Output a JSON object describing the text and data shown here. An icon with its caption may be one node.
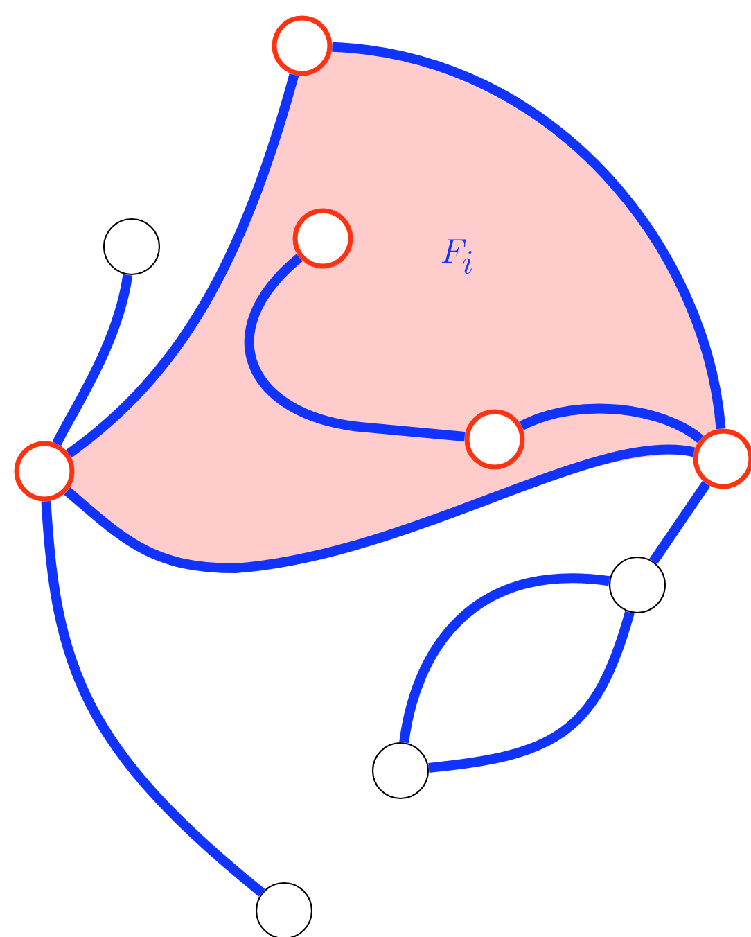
{
  "diagram": {
    "nodes": [
      {
        "text": [],
        "shape": "circle"
      },
      {
        "text": [],
        "shape": "circle"
      },
      {
        "text": [],
        "shape": "circle"
      },
      {
        "text": [],
        "shape": "circle"
      },
      {
        "text": [],
        "shape": "circle"
      },
      {
        "text": [],
        "shape": "circle"
      },
      {
        "text": [],
        "shape": "circle"
      },
      {
        "text": [],
        "shape": "circle"
      },
      {
        "text": [],
        "shape": "circle"
      }
    ],
    "edges": [
      {
        "from": 0,
        "to": 5,
        "arrow": "none"
      },
      {
        "from": 0,
        "to": 3,
        "arrow": "none"
      },
      {
        "from": 2,
        "to": 4,
        "arrow": "none"
      },
      {
        "from": 4,
        "to": 5,
        "arrow": "none"
      },
      {
        "from": 3,
        "to": 5,
        "arrow": "none"
      },
      {
        "from": 1,
        "to": 3,
        "arrow": "none"
      },
      {
        "from": 3,
        "to": 8,
        "arrow": "none"
      },
      {
        "from": 5,
        "to": 6,
        "arrow": "none"
      },
      {
        "from": 6,
        "to": 7,
        "arrow": "none"
      },
      {
        "from": 7,
        "to": 6,
        "arrow": "none"
      }
    ],
    "labels": [
      "F_i"
    ]
  }
}
